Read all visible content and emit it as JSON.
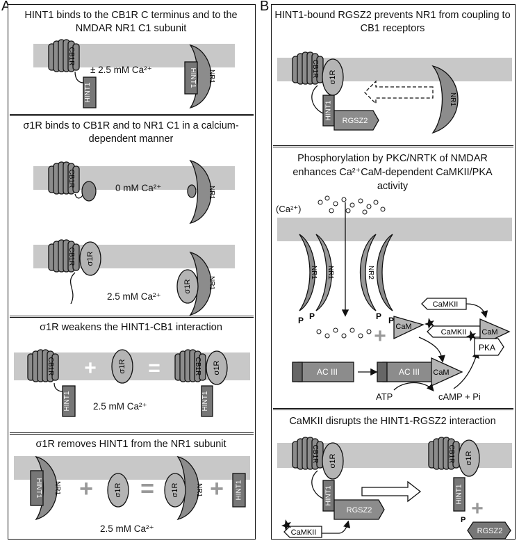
{
  "panels": {
    "a": {
      "letter": "A"
    },
    "b": {
      "letter": "B"
    }
  },
  "a_sections": {
    "s1": {
      "heading": "HINT1 binds to the CB1R C terminus and to the NMDAR NR1 C1 subunit",
      "condition": "± 2.5 mM Ca²⁺"
    },
    "s2": {
      "heading": "σ1R binds to CB1R and to NR1 C1 in a calcium-dependent manner",
      "condition_zero": "0 mM Ca²⁺",
      "condition_high": "2.5 mM Ca²⁺"
    },
    "s3": {
      "heading": "σ1R weakens the HINT1-CB1 interaction",
      "condition": "2.5 mM Ca²⁺"
    },
    "s4": {
      "heading": "σ1R removes HINT1 from the NR1 subunit",
      "condition": "2.5 mM Ca²⁺"
    }
  },
  "b_sections": {
    "s1": {
      "heading": "HINT1-bound RGSZ2 prevents NR1 from coupling to  CB1 receptors"
    },
    "s2": {
      "heading_line1": "Phosphorylation by PKC/NRTK of NMDAR",
      "heading_line2": "enhances Ca²⁺CaM-dependent CaMKII/PKA",
      "heading_line3": "activity",
      "calcium_label": "(Ca²⁺)",
      "atp": "ATP",
      "camp": "cAMP + Pi"
    },
    "s3": {
      "heading": "CaMKII disrupts the HINT1-RGSZ2 interaction"
    }
  },
  "molecules": {
    "cb1r": "CB1R",
    "hint1": "HINT1",
    "nr1": "NR1",
    "nr2": "NR2",
    "sigma1r": "σ1R",
    "rgsz2": "RGSZ2",
    "camkii": "CaMKII",
    "cam": "CaM",
    "pka": "PKA",
    "ac3": "AC III",
    "phospho": "P"
  },
  "operators": {
    "plus": "+",
    "equals": "="
  },
  "colors": {
    "membrane": "#c8c8c8",
    "protein": "#8c8c8c",
    "protein_light": "#b4b4b4",
    "protein_dark": "#666666",
    "outline": "#111111"
  }
}
